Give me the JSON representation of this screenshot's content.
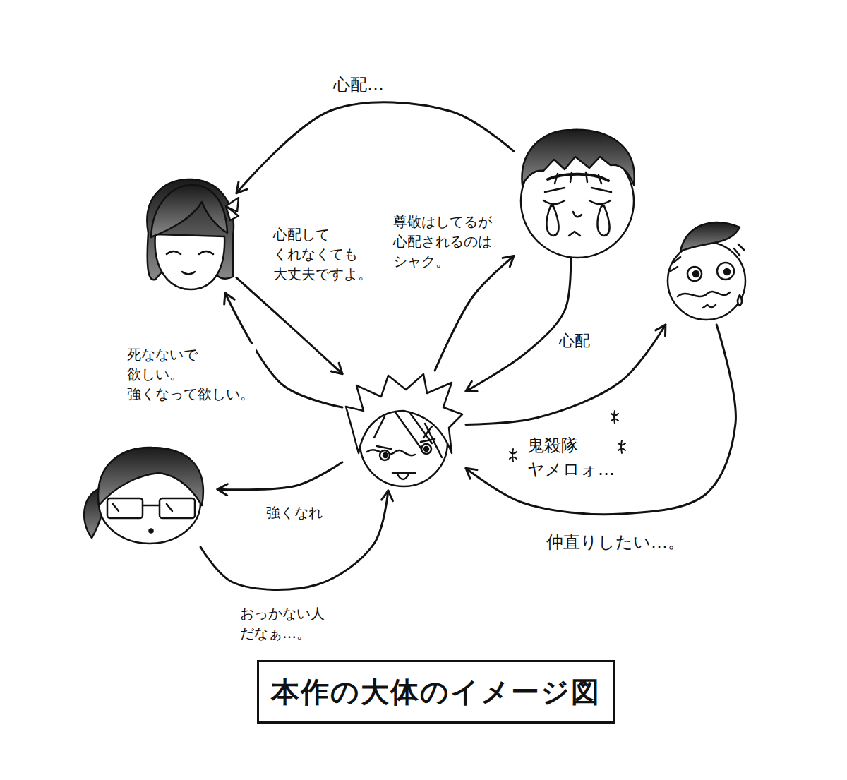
{
  "diagram": {
    "title": "本作の大体のイメージ図",
    "nodes": [
      {
        "text": []
      },
      {
        "text": []
      },
      {
        "text": []
      },
      {
        "text": []
      },
      {
        "text": []
      }
    ],
    "edges": [
      {
        "from": 1,
        "to": 0,
        "label": "心配…",
        "arrow": "to"
      },
      {
        "from": 0,
        "to": 3,
        "label": "心配して くれなくても 大丈夫ですよ。",
        "arrow": "to"
      },
      {
        "from": 3,
        "to": 0,
        "label": "死なないで 欲しい。 強くなって欲しい。",
        "arrow": "to"
      },
      {
        "from": 3,
        "to": 1,
        "label": "尊敬はしてるが 心配されるのは シャク。",
        "arrow": "to"
      },
      {
        "from": 1,
        "to": 3,
        "label": "心配",
        "arrow": "to"
      },
      {
        "from": 3,
        "to": 2,
        "label": "鬼殺隊 ヤメロォ…",
        "arrow": "to"
      },
      {
        "from": 2,
        "to": 3,
        "label": "仲直りしたい…。",
        "arrow": "to"
      },
      {
        "from": 3,
        "to": 4,
        "label": "強くなれ",
        "arrow": "to"
      },
      {
        "from": 4,
        "to": 3,
        "label": "おっかない人 だなぁ…。",
        "arrow": "to"
      }
    ]
  }
}
